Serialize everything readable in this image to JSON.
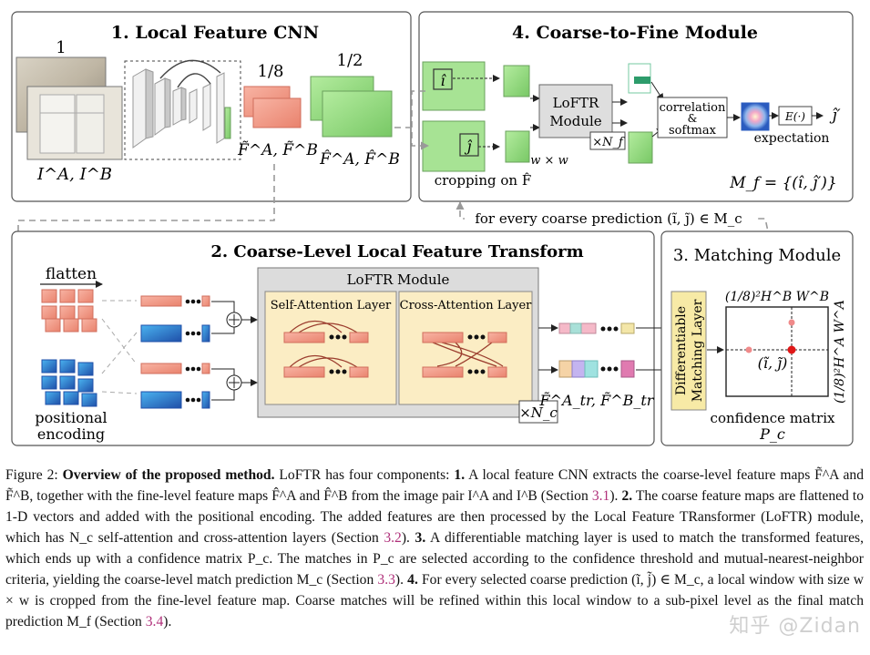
{
  "panels": {
    "p1_title": "1. Local Feature CNN",
    "p2_title": "2. Coarse-Level Local Feature Transform",
    "p3_title": "3. Matching Module",
    "p4_title": "4. Coarse-to-Fine Module"
  },
  "p1": {
    "scale_full": "1",
    "scale_coarse": "1/8",
    "scale_fine": "1/2",
    "input_label": "I^A, I^B",
    "coarse_label": "F̃^A, F̃^B",
    "fine_label": "F̂^A, F̂^B"
  },
  "p2": {
    "flatten": "flatten",
    "pos_enc_line1": "positional",
    "pos_enc_line2": "encoding",
    "loftr_module": "LoFTR Module",
    "self_attn": "Self-Attention Layer",
    "cross_attn": "Cross-Attention Layer",
    "repeat": "×N_c",
    "output_label": "F̃^A_tr, F̃^B_tr"
  },
  "p3": {
    "diff_layer_line1": "Differentiable",
    "diff_layer_line2": "Matching Layer",
    "top_axis": "(1/8)²H^B W^B",
    "right_axis": "(1/8)²H^A W^A",
    "point_label": "(ĩ, j̃)",
    "conf_matrix": "confidence matrix",
    "conf_symbol": "P_c"
  },
  "p4": {
    "i_hat": "î",
    "j_hat": "ĵ",
    "loftr_line1": "LoFTR",
    "loftr_line2": "Module",
    "repeat": "×N_f",
    "window": "w × w",
    "cropping": "cropping on F̂",
    "corr_line1": "correlation",
    "corr_line2": "&",
    "corr_line3": "softmax",
    "expect_fn": "E(·)",
    "j_prime": "ĵ′",
    "expectation": "expectation",
    "final_matches": "M_f = {(î, ĵ′)}",
    "for_every": "for every coarse prediction (ĩ, j̃) ∈ M_c"
  },
  "caption": {
    "fig_no": "Figure 2:",
    "bold_title": "Overview of the proposed method.",
    "t1": "LoFTR has four components:",
    "n1": "1.",
    "t2": "A local feature CNN extracts the coarse-level feature maps F̃^A and F̃^B, together with the fine-level feature maps F̂^A and F̂^B from the image pair I^A and I^B (Section",
    "ref1": "3.1",
    "t3": ").",
    "n2": "2.",
    "t4": "The coarse feature maps are flattened to 1-D vectors and added with the positional encoding. The added features are then processed by the Local Feature TRansformer (LoFTR) module, which has N_c self-attention and cross-attention layers (Section",
    "ref2": "3.2",
    "t5": ").",
    "n3": "3.",
    "t6": "A differentiable matching layer is used to match the transformed features, which ends up with a confidence matrix P_c. The matches in P_c are selected according to the confidence threshold and mutual-nearest-neighbor criteria, yielding the coarse-level match prediction M_c (Section",
    "ref3": "3.3",
    "t7": ").",
    "n4": "4.",
    "t8": "For every selected coarse prediction (ĩ, j̃) ∈ M_c, a local window with size w × w is cropped from the fine-level feature map. Coarse matches will be refined within this local window to a sub-pixel level as the final match prediction M_f (Section",
    "ref4": "3.4",
    "t9": ")."
  },
  "watermark": "知乎 @Zidan",
  "colors": {
    "coral": "#f29a86",
    "green": "#8fd77a",
    "blue": "#3a74c8",
    "attn_bg": "#fbedc4",
    "module_bg": "#dcdcdc",
    "diff_layer_bg": "#f7eaa6",
    "ref_link": "#b0307a"
  }
}
